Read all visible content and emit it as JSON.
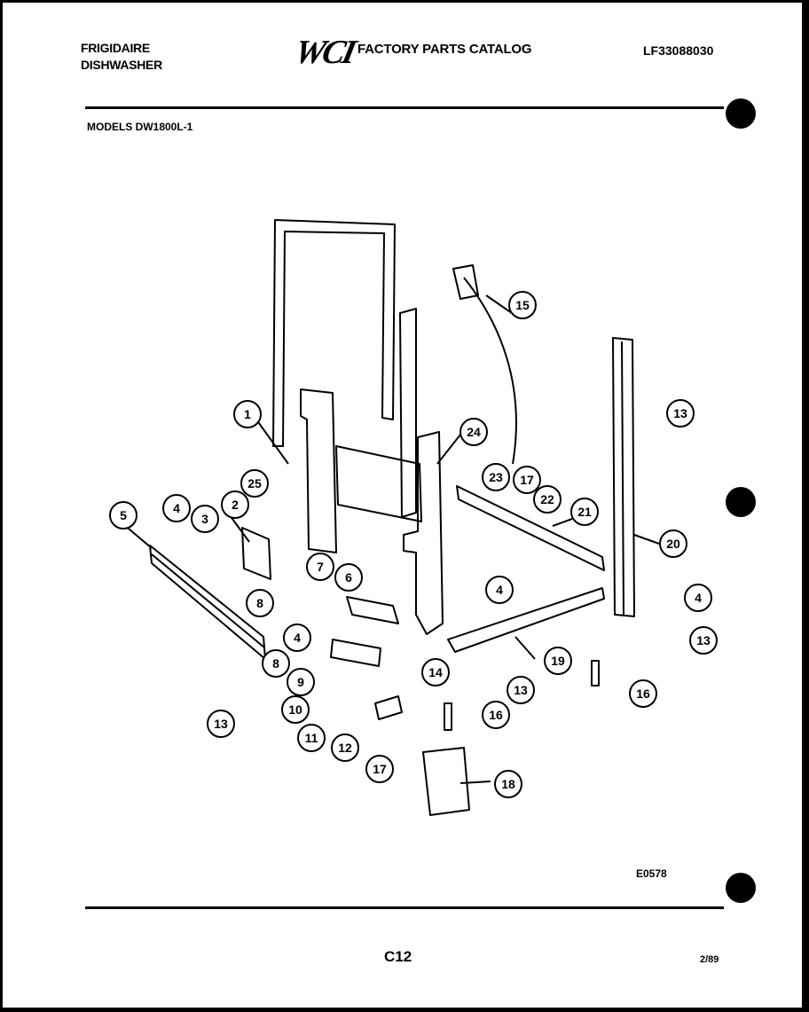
{
  "header": {
    "brand": "FRIGIDAIRE",
    "product": "DISHWASHER",
    "logo_text": "WCI",
    "catalog_title": "FACTORY PARTS CATALOG",
    "catalog_number": "LF33088030"
  },
  "models_line": "MODELS DW1800L-1",
  "callouts": [
    "1",
    "2",
    "3",
    "4",
    "4",
    "4",
    "4",
    "5",
    "6",
    "7",
    "8",
    "8",
    "9",
    "10",
    "11",
    "12",
    "13",
    "13",
    "13",
    "13",
    "14",
    "15",
    "16",
    "16",
    "17",
    "17",
    "18",
    "19",
    "20",
    "21",
    "22",
    "23",
    "24",
    "25"
  ],
  "footer": {
    "drawing_number": "E0578",
    "page_number": "C12",
    "date": "2/89"
  }
}
